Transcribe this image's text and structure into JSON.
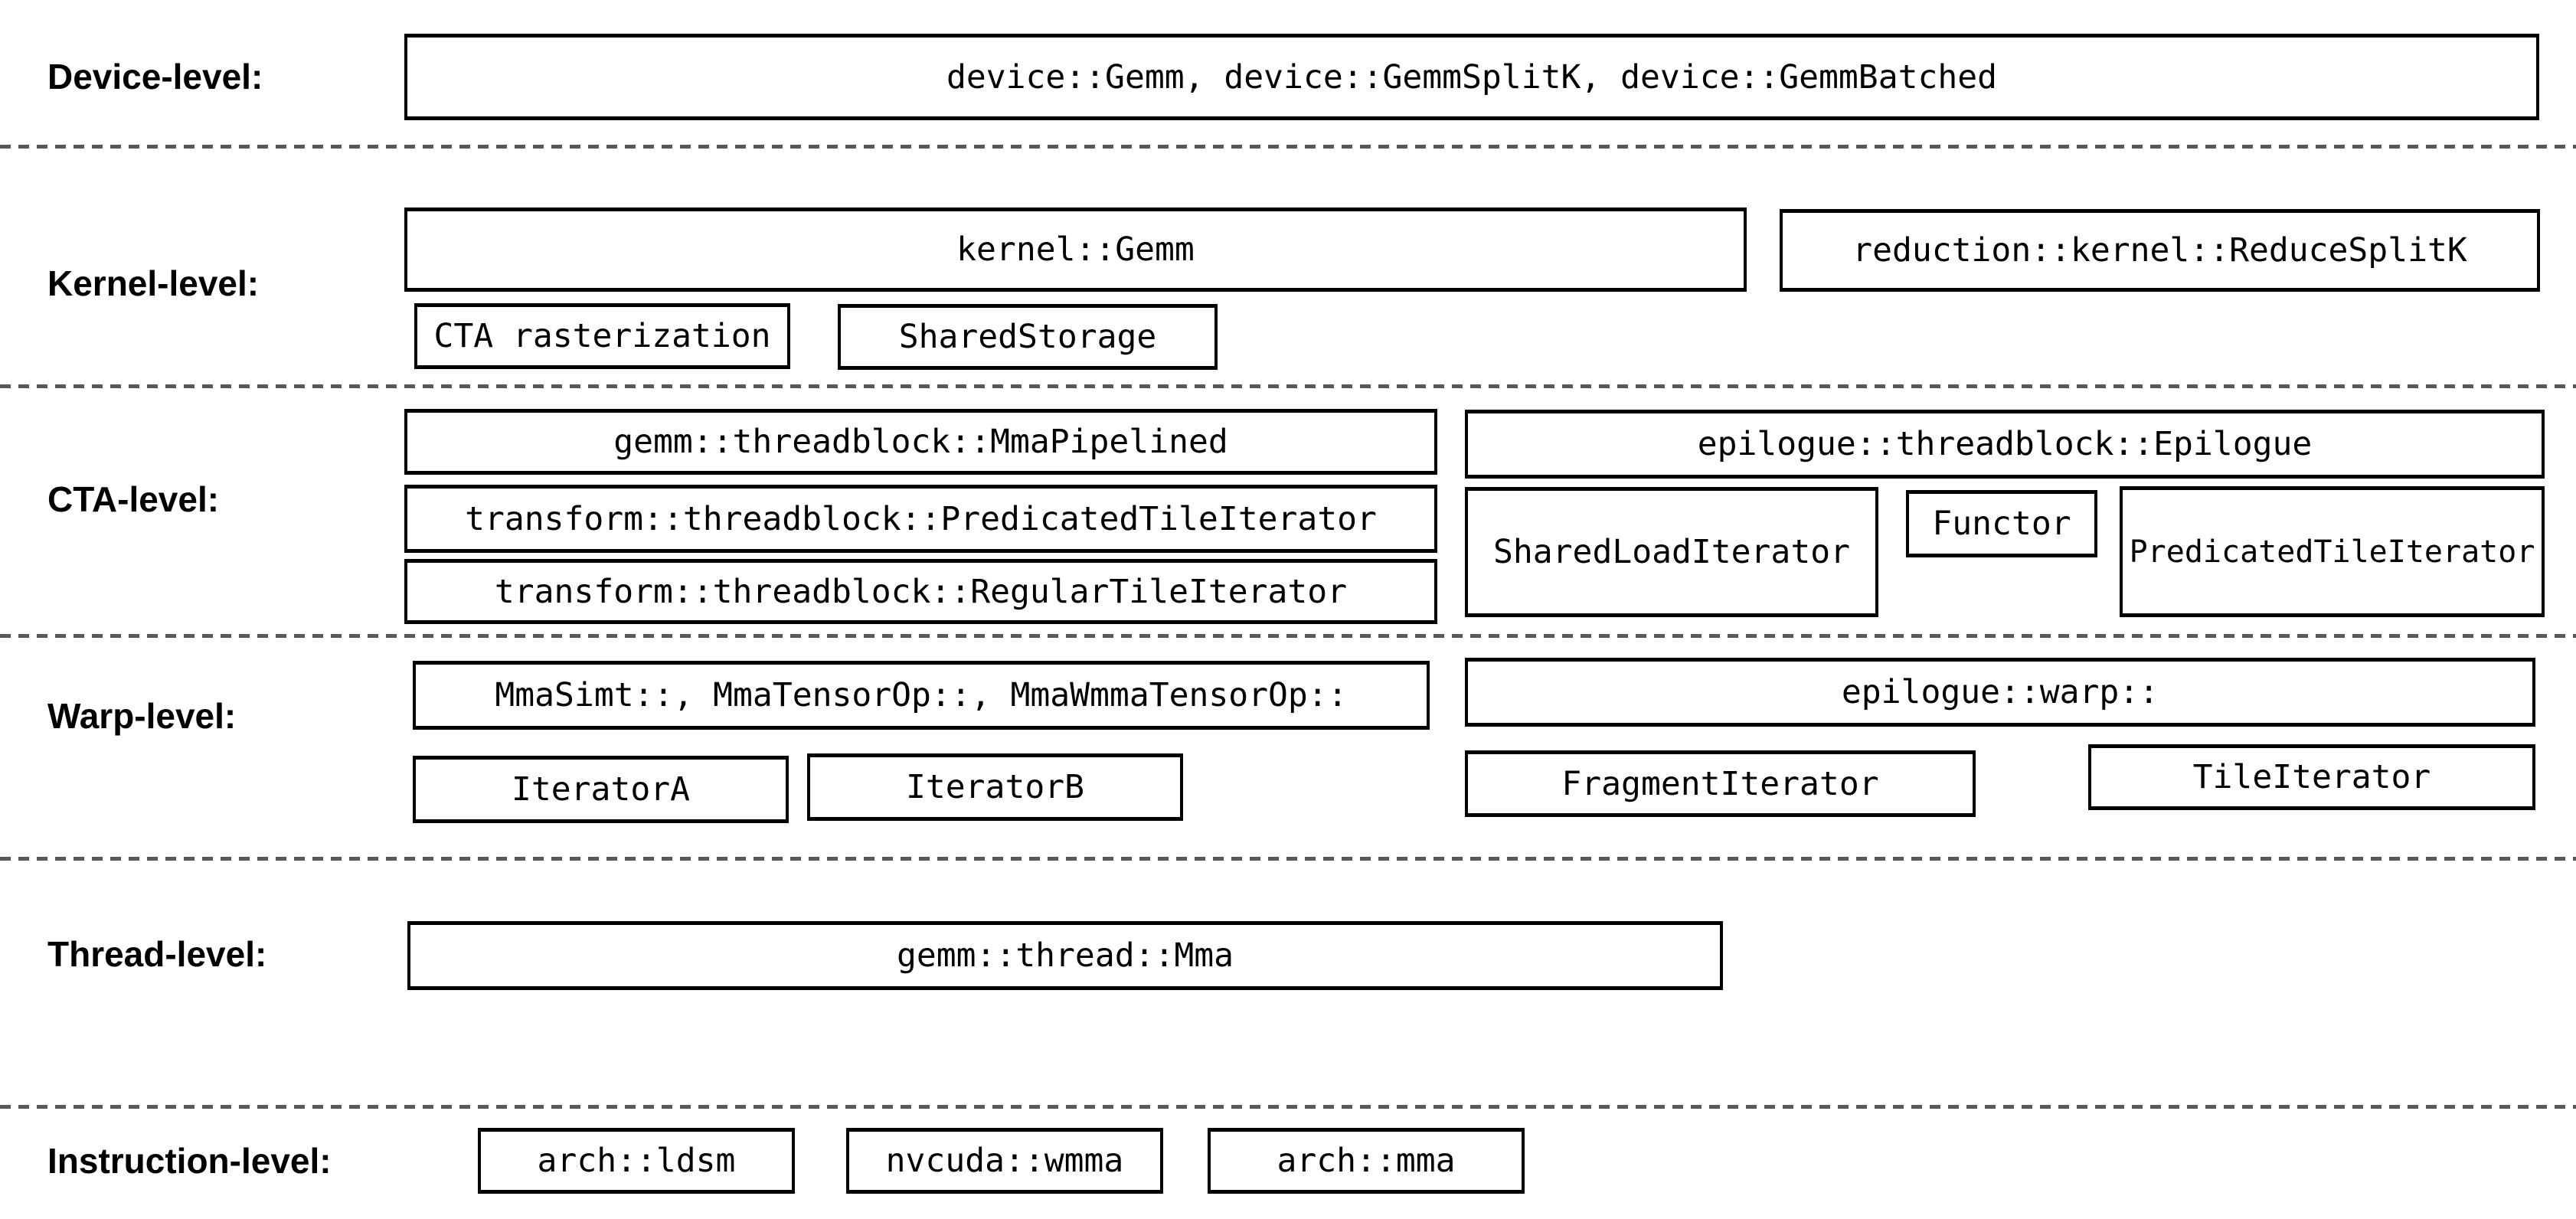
{
  "colors": {
    "background": "#ffffff",
    "box_border": "#000000",
    "box_fill": "#ffffff",
    "text": "#000000",
    "divider": "#595959"
  },
  "levels": {
    "device": {
      "label": "Device-level:",
      "boxes": {
        "main": "device::Gemm, device::GemmSplitK, device::GemmBatched"
      }
    },
    "kernel": {
      "label": "Kernel-level:",
      "boxes": {
        "gemm": "kernel::Gemm",
        "reduce_splitk": "reduction::kernel::ReduceSplitK",
        "cta_rasterization": "CTA rasterization",
        "shared_storage": "SharedStorage"
      }
    },
    "cta": {
      "label": "CTA-level:",
      "boxes": {
        "mma_pipelined": "gemm::threadblock::MmaPipelined",
        "predicated_tile_iterator": "transform::threadblock::PredicatedTileIterator",
        "regular_tile_iterator": "transform::threadblock::RegularTileIterator",
        "epilogue": "epilogue::threadblock::Epilogue",
        "shared_load_iterator": "SharedLoadIterator",
        "functor": "Functor",
        "epilogue_predicated_tile_iterator": "PredicatedTileIterator"
      }
    },
    "warp": {
      "label": "Warp-level:",
      "boxes": {
        "mma_ops": "MmaSimt::, MmaTensorOp::, MmaWmmaTensorOp::",
        "iterator_a": "IteratorA",
        "iterator_b": "IteratorB",
        "epilogue_warp": "epilogue::warp::",
        "fragment_iterator": "FragmentIterator",
        "tile_iterator": "TileIterator"
      }
    },
    "thread": {
      "label": "Thread-level:",
      "boxes": {
        "mma": "gemm::thread::Mma"
      }
    },
    "instruction": {
      "label": "Instruction-level:",
      "boxes": {
        "arch_ldsm": "arch::ldsm",
        "nvcuda_wmma": "nvcuda::wmma",
        "arch_mma": "arch::mma"
      }
    }
  }
}
